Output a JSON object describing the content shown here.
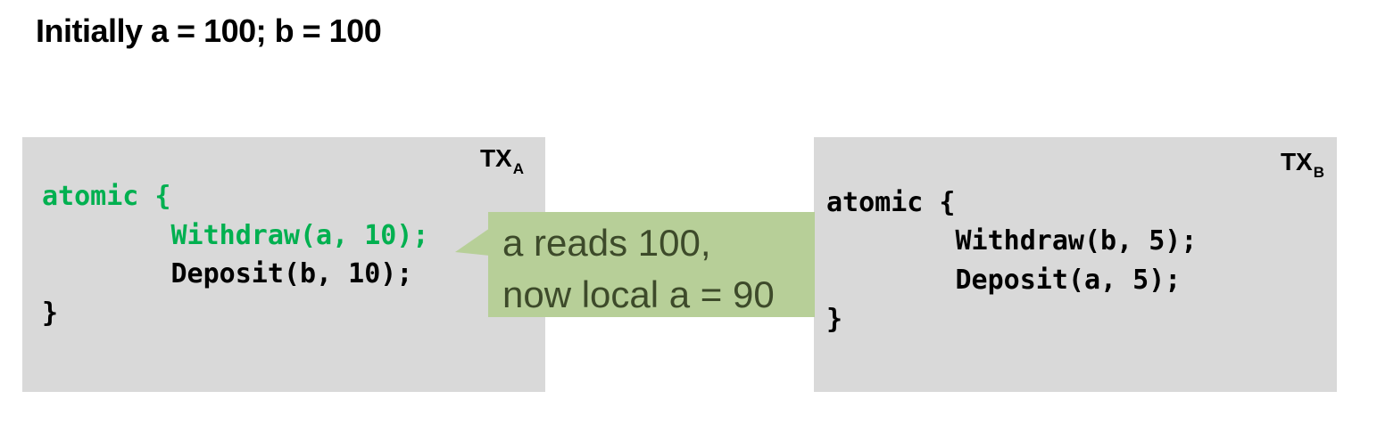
{
  "title": "Initially a = 100; b = 100",
  "tx_a": {
    "label": "TX",
    "label_sub": "A",
    "lines": [
      "atomic {",
      "        Withdraw(a, 10);",
      "        Deposit(b, 10);",
      "}"
    ]
  },
  "tx_b": {
    "label": "TX",
    "label_sub": "B",
    "lines": [
      "atomic {",
      "        Withdraw(b, 5);",
      "        Deposit(a, 5);",
      "}"
    ]
  },
  "callout": {
    "line1": "a reads 100,",
    "line2": "now local a = 90"
  },
  "colors": {
    "panel_bg": "#d9d9d9",
    "highlight_code": "#00b050",
    "callout_bg": "#b7cf98",
    "callout_text": "#3d4a2a"
  }
}
